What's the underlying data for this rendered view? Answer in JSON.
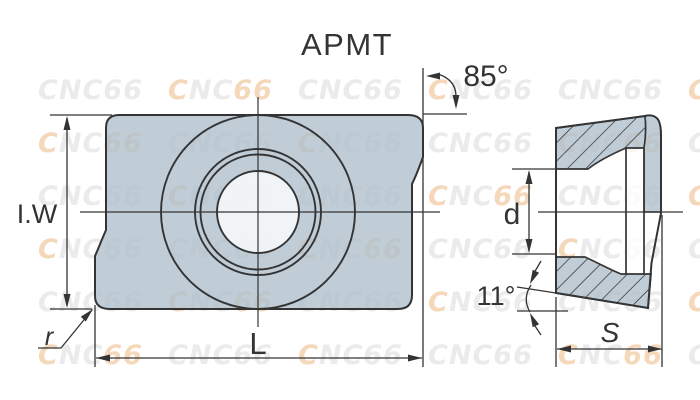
{
  "title": "APMT",
  "watermark": {
    "text": "CNC66"
  },
  "colors": {
    "body_fill": "#c4d2db",
    "line": "#343434",
    "hole_fill": "#ffffff",
    "watermark_gray": "#ebebeb",
    "watermark_orange": "#f5d7ba"
  },
  "views": {
    "front": {
      "title": "front-view-of-insert",
      "labels": {
        "edge_angle": "85°",
        "inscribed_width": "I.W",
        "corner_radius": "r",
        "length": "L"
      }
    },
    "side": {
      "title": "side-section-view-of-insert",
      "labels": {
        "hole_diameter": "d",
        "clearance_angle": "11°",
        "thickness": "S"
      }
    }
  }
}
